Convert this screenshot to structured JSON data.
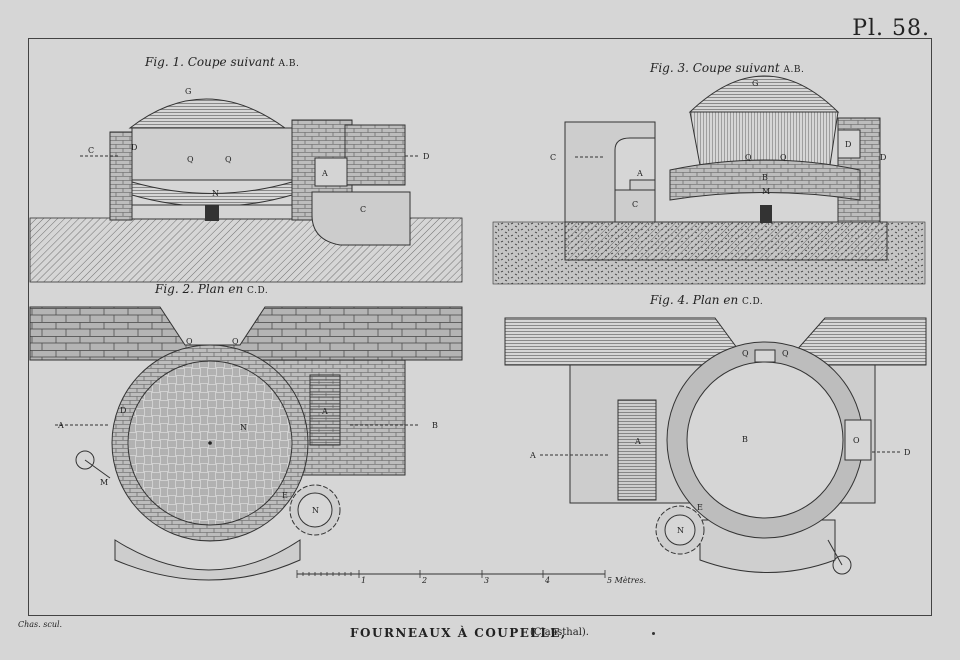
{
  "plate": {
    "number": "Pl. 58.",
    "title": "FOURNEAUX À COUPELLE,",
    "subtitle": "(Clausthal).",
    "engraver": "Chas. scul."
  },
  "figures": {
    "fig1": {
      "title": "Fig. 1. Coupe suivant",
      "ref": "A.B."
    },
    "fig2": {
      "title": "Fig. 2. Plan en",
      "ref": "C.D."
    },
    "fig3": {
      "title": "Fig. 3. Coupe suivant",
      "ref": "A.B."
    },
    "fig4": {
      "title": "Fig. 4. Plan en",
      "ref": "C.D."
    }
  },
  "labels": {
    "fig1": [
      "G",
      "C",
      "D",
      "D",
      "Q",
      "Q",
      "A",
      "N",
      "C"
    ],
    "fig2": [
      "Q",
      "Q",
      "A",
      "D",
      "A",
      "N",
      "B",
      "E",
      "N",
      "M"
    ],
    "fig3": [
      "G",
      "C",
      "D",
      "D",
      "A",
      "C",
      "Q",
      "Q",
      "B",
      "M"
    ],
    "fig4": [
      "Q",
      "Q",
      "A",
      "A",
      "B",
      "O",
      "D",
      "E",
      "N"
    ]
  },
  "scale": {
    "ticks": [
      "1",
      "2",
      "3",
      "4",
      "5 Mètres."
    ]
  },
  "colors": {
    "paper": "#d6d6d6",
    "ink": "#222222",
    "hatch": "#555555"
  }
}
